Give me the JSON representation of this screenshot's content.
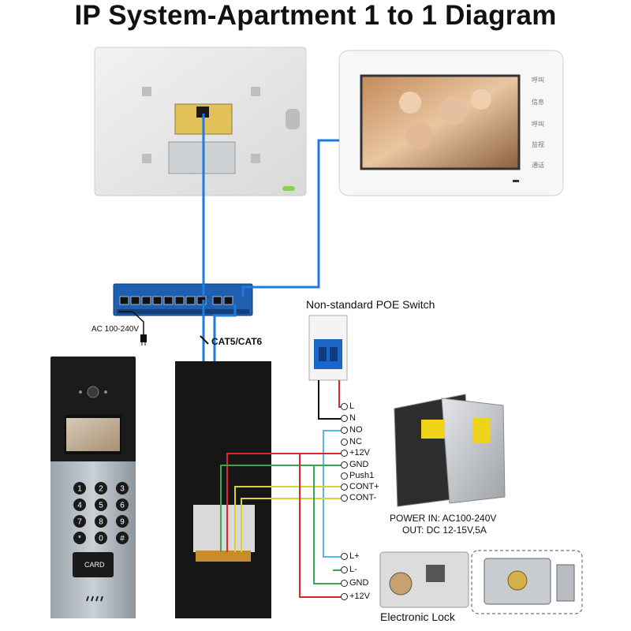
{
  "title": "IP System-Apartment 1 to 1 Diagram",
  "poe_switch_label": "Non-standard POE Switch",
  "ac_label": "AC 100-240V",
  "cable_label": "CAT5/CAT6",
  "card_label": "CARD",
  "keypad": [
    "1",
    "2",
    "3",
    "4",
    "5",
    "6",
    "7",
    "8",
    "9",
    "*",
    "0",
    "#"
  ],
  "monitor_side_labels": [
    "呼叫",
    "信息",
    "呼叫",
    "监视",
    "通话"
  ],
  "terminals_top": [
    "L",
    "N"
  ],
  "terminals_mid": [
    "NO",
    "NC",
    "+12V",
    "GND",
    "Push1",
    "CONT+",
    "CONT-"
  ],
  "terminals_lock": [
    "L+",
    "L-",
    "GND",
    "+12V"
  ],
  "power_in": "POWER  IN: AC100-240V",
  "power_out": "OUT: DC 12-15V,5A",
  "lock_label": "Electronic Lock",
  "colors": {
    "cable_blue": "#1e7be0",
    "wire_red": "#d9262b",
    "wire_green": "#3aa655",
    "wire_yellow": "#d8d235",
    "wire_lightblue": "#5ab8e8"
  }
}
